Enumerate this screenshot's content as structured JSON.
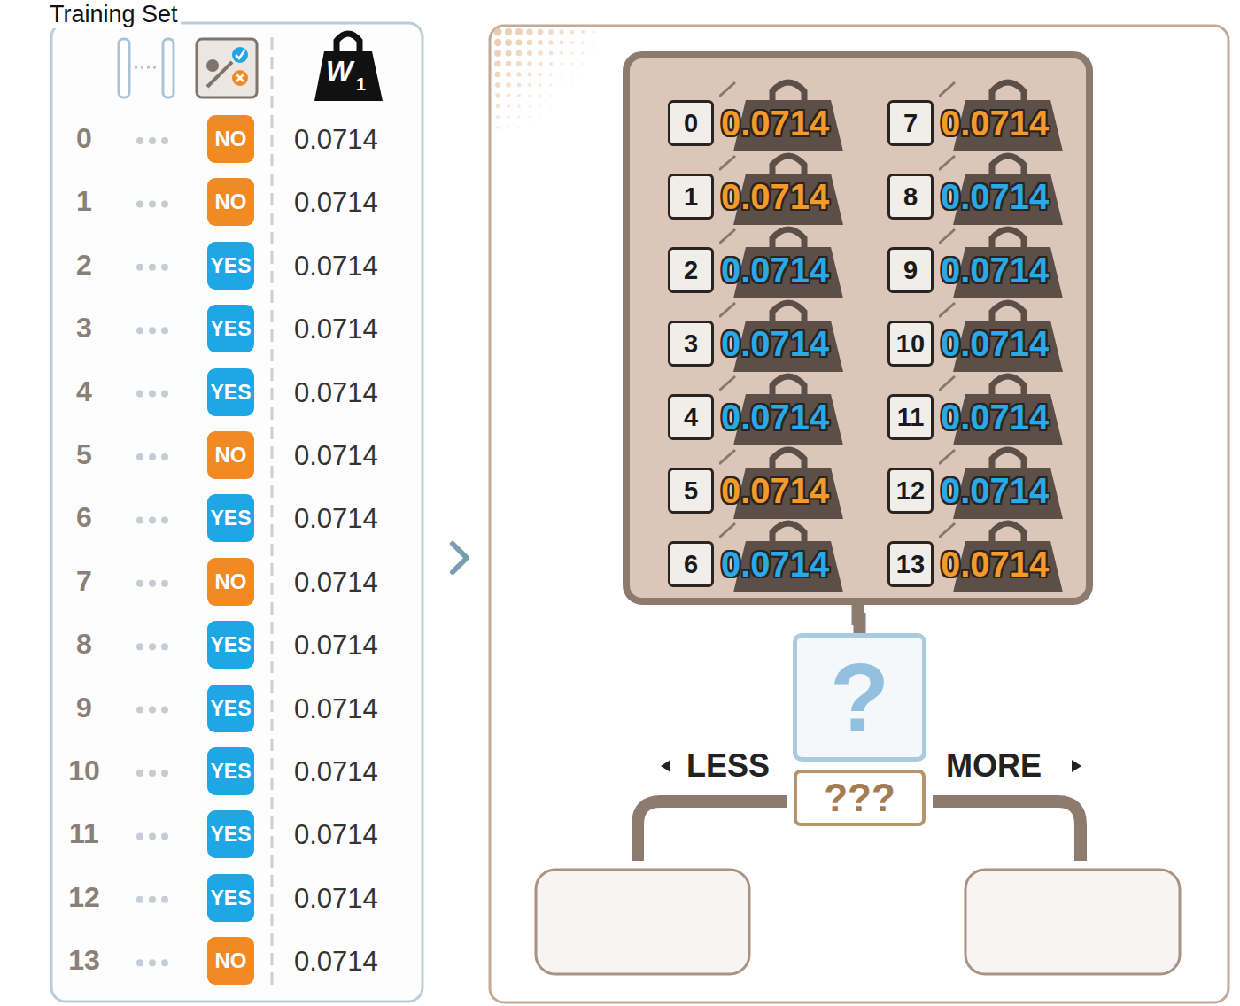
{
  "diagram": {
    "nodes": [
      {
        "text": [
          "Training Set"
        ]
      },
      {
        "text": [
          "NO"
        ],
        "in": 0
      },
      {
        "text": [
          "NO"
        ],
        "in": 0
      },
      {
        "text": [
          "YES"
        ],
        "in": 0
      },
      {
        "text": [
          "YES"
        ],
        "in": 0
      },
      {
        "text": [
          "YES"
        ],
        "in": 0
      },
      {
        "text": [
          "NO"
        ],
        "in": 0
      },
      {
        "text": [
          "YES"
        ],
        "in": 0
      },
      {
        "text": [
          "NO"
        ],
        "in": 0
      },
      {
        "text": [
          "YES"
        ],
        "in": 0
      },
      {
        "text": [
          "YES"
        ],
        "in": 0
      },
      {
        "text": [
          "YES"
        ],
        "in": 0
      },
      {
        "text": [
          "YES"
        ],
        "in": 0
      },
      {
        "text": [
          "YES"
        ],
        "in": 0
      },
      {
        "text": [
          "NO"
        ],
        "in": 0
      },
      {
        "text": []
      },
      {
        "text": [
          "0",
          "0.0714"
        ],
        "in": 15
      },
      {
        "text": [
          "1",
          "0.0714"
        ],
        "in": 15
      },
      {
        "text": [
          "2",
          "0.0714"
        ],
        "in": 15
      },
      {
        "text": [
          "3",
          "0.0714"
        ],
        "in": 15
      },
      {
        "text": [
          "4",
          "0.0714"
        ],
        "in": 15
      },
      {
        "text": [
          "5",
          "0.0714"
        ],
        "in": 15
      },
      {
        "text": [
          "6",
          "0.0714"
        ],
        "in": 15
      },
      {
        "text": [
          "7",
          "0.0714"
        ],
        "in": 15
      },
      {
        "text": [
          "8",
          "0.0714"
        ],
        "in": 15
      },
      {
        "text": [
          "9",
          "0.0714"
        ],
        "in": 15
      },
      {
        "text": [
          "10",
          "0.0714"
        ],
        "in": 15
      },
      {
        "text": [
          "11",
          "0.0714"
        ],
        "in": 15
      },
      {
        "text": [
          "12",
          "0.0714"
        ],
        "in": 15
      },
      {
        "text": [
          "13",
          "0.0714"
        ],
        "in": 15
      },
      {
        "text": [
          "?"
        ]
      },
      {
        "text": [
          "???"
        ]
      }
    ],
    "edges": [
      {
        "from": 15,
        "to": 30,
        "arrow": "none"
      }
    ],
    "labels": [
      "W",
      "1",
      "0",
      "0.0714",
      "1",
      "0.0714",
      "2",
      "0.0714",
      "3",
      "0.0714",
      "4",
      "0.0714",
      "5",
      "0.0714",
      "6",
      "0.0714",
      "7",
      "0.0714",
      "8",
      "0.0714",
      "9",
      "0.0714",
      "10",
      "0.0714",
      "11",
      "0.0714",
      "12",
      "0.0714",
      "13",
      "0.0714",
      "LESS",
      "MORE"
    ]
  }
}
